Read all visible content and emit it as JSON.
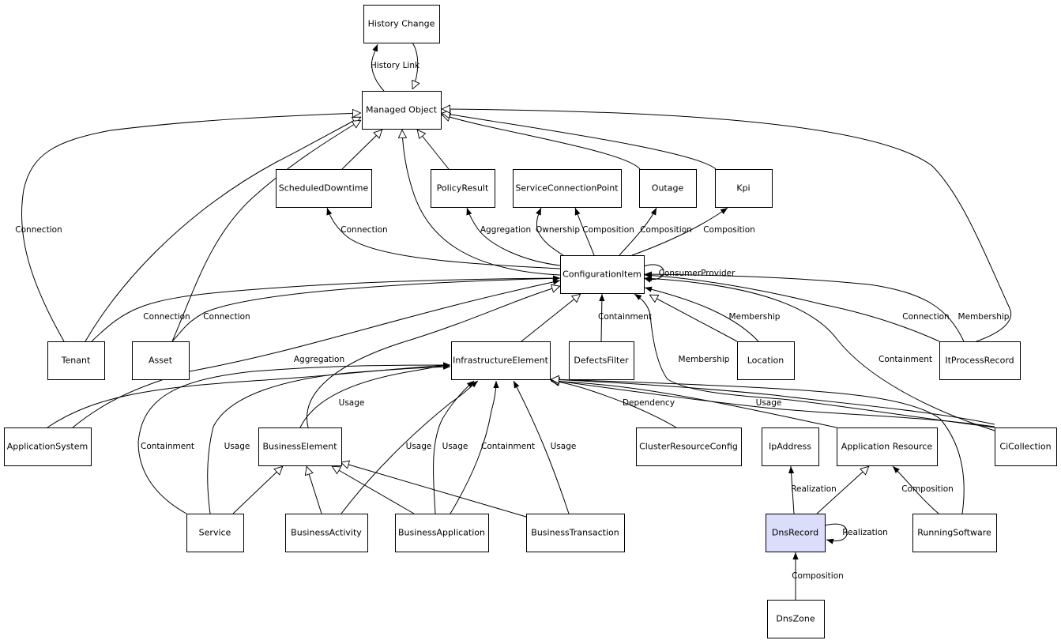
{
  "diagram": {
    "colors": {
      "line": "#000000",
      "node_fill": "#ffffff",
      "highlight_fill": "#dcdcfb"
    },
    "nodes": [
      {
        "id": "historyChange",
        "label": "History Change"
      },
      {
        "id": "managedObject",
        "label": "Managed Object"
      },
      {
        "id": "scheduledDowntime",
        "label": "ScheduledDowntime"
      },
      {
        "id": "policyResult",
        "label": "PolicyResult"
      },
      {
        "id": "serviceConnectionPoint",
        "label": "ServiceConnectionPoint"
      },
      {
        "id": "outage",
        "label": "Outage"
      },
      {
        "id": "kpi",
        "label": "Kpi"
      },
      {
        "id": "configurationItem",
        "label": "ConfigurationItem"
      },
      {
        "id": "tenant",
        "label": "Tenant"
      },
      {
        "id": "asset",
        "label": "Asset"
      },
      {
        "id": "infrastructureElement",
        "label": "InfrastructureElement"
      },
      {
        "id": "defectsFilter",
        "label": "DefectsFilter"
      },
      {
        "id": "location",
        "label": "Location"
      },
      {
        "id": "itProcessRecord",
        "label": "ItProcessRecord"
      },
      {
        "id": "applicationSystem",
        "label": "ApplicationSystem"
      },
      {
        "id": "businessElement",
        "label": "BusinessElement"
      },
      {
        "id": "clusterResourceConfig",
        "label": "ClusterResourceConfig"
      },
      {
        "id": "ipAddress",
        "label": "IpAddress"
      },
      {
        "id": "applicationResource",
        "label": "Application Resource"
      },
      {
        "id": "ciCollection",
        "label": "CiCollection"
      },
      {
        "id": "service",
        "label": "Service"
      },
      {
        "id": "businessActivity",
        "label": "BusinessActivity"
      },
      {
        "id": "businessApplication",
        "label": "BusinessApplication"
      },
      {
        "id": "businessTransaction",
        "label": "BusinessTransaction"
      },
      {
        "id": "dnsRecord",
        "label": "DnsRecord",
        "highlight": true
      },
      {
        "id": "runningSoftware",
        "label": "RunningSoftware"
      },
      {
        "id": "dnsZone",
        "label": "DnsZone"
      }
    ],
    "edges": [
      {
        "id": "mo-hc",
        "label": "History Link",
        "arrow": "filled"
      },
      {
        "id": "hc-mo",
        "label": "",
        "arrow": "hollow"
      },
      {
        "id": "sd-mo",
        "label": "",
        "arrow": "hollow"
      },
      {
        "id": "pr-mo",
        "label": "",
        "arrow": "hollow"
      },
      {
        "id": "ci-mo",
        "label": "",
        "arrow": "hollow"
      },
      {
        "id": "outage-mo",
        "label": "",
        "arrow": "hollow"
      },
      {
        "id": "kpi-mo",
        "label": "",
        "arrow": "hollow"
      },
      {
        "id": "tenant-mo-outer",
        "label": "Connection",
        "arrow": "hollow"
      },
      {
        "id": "tenant-mo",
        "label": "",
        "arrow": "hollow"
      },
      {
        "id": "asset-mo",
        "label": "",
        "arrow": "hollow"
      },
      {
        "id": "itpr-mo",
        "label": "",
        "arrow": "hollow"
      },
      {
        "id": "ci-sd",
        "label": "Connection",
        "arrow": "filled"
      },
      {
        "id": "ci-pr",
        "label": "Aggregation",
        "arrow": "filled"
      },
      {
        "id": "ci-scp-own",
        "label": "Ownership",
        "arrow": "filled"
      },
      {
        "id": "ci-scp-comp",
        "label": "Composition",
        "arrow": "filled"
      },
      {
        "id": "ci-outage",
        "label": "Composition",
        "arrow": "filled"
      },
      {
        "id": "ci-kpi",
        "label": "Composition",
        "arrow": "filled"
      },
      {
        "id": "ci-self",
        "label": "ConsumerProvider",
        "arrow": "filled"
      },
      {
        "id": "tenant-ci",
        "label": "Connection",
        "arrow": "filled"
      },
      {
        "id": "asset-ci",
        "label": "Connection",
        "arrow": "filled"
      },
      {
        "id": "appsys-ci",
        "label": "Aggregation",
        "arrow": "filled"
      },
      {
        "id": "be-ci",
        "label": "",
        "arrow": "hollow"
      },
      {
        "id": "ie-ci",
        "label": "",
        "arrow": "hollow"
      },
      {
        "id": "df-ci",
        "label": "Containment",
        "arrow": "filled"
      },
      {
        "id": "loc-ci",
        "label": "Membership",
        "arrow": "filled"
      },
      {
        "id": "loc-ci-2",
        "label": "",
        "arrow": "hollow"
      },
      {
        "id": "cicoll-ci-member",
        "label": "Membership",
        "arrow": "filled"
      },
      {
        "id": "cicoll-ci-contain",
        "label": "Containment",
        "arrow": "filled"
      },
      {
        "id": "itpr-ci-conn",
        "label": "Connection",
        "arrow": "filled"
      },
      {
        "id": "itpr-ci-member",
        "label": "Membership",
        "arrow": "filled"
      },
      {
        "id": "appsys-ie",
        "label": "",
        "arrow": "filled"
      },
      {
        "id": "be-ie",
        "label": "Usage",
        "arrow": "filled"
      },
      {
        "id": "service-ie-contain",
        "label": "Containment",
        "arrow": "filled"
      },
      {
        "id": "service-ie-usage",
        "label": "Usage",
        "arrow": "filled"
      },
      {
        "id": "ba-ie",
        "label": "Usage",
        "arrow": "filled"
      },
      {
        "id": "bapp-ie-usage",
        "label": "Usage",
        "arrow": "filled"
      },
      {
        "id": "bapp-ie-contain",
        "label": "Containment",
        "arrow": "filled"
      },
      {
        "id": "bt-ie",
        "label": "Usage",
        "arrow": "filled"
      },
      {
        "id": "crc-ie",
        "label": "Dependency",
        "arrow": "hollow"
      },
      {
        "id": "appres-ie",
        "label": "",
        "arrow": "hollow"
      },
      {
        "id": "cicoll-ie",
        "label": "Usage",
        "arrow": "hollow"
      },
      {
        "id": "cicoll-ie-2",
        "label": "",
        "arrow": "hollow"
      },
      {
        "id": "rs-ie",
        "label": "",
        "arrow": "hollow"
      },
      {
        "id": "service-be",
        "label": "",
        "arrow": "hollow"
      },
      {
        "id": "ba-be",
        "label": "",
        "arrow": "hollow"
      },
      {
        "id": "bapp-be",
        "label": "",
        "arrow": "hollow"
      },
      {
        "id": "bt-be",
        "label": "",
        "arrow": "hollow"
      },
      {
        "id": "dns-ip",
        "label": "Realization",
        "arrow": "filled"
      },
      {
        "id": "dns-appres",
        "label": "",
        "arrow": "hollow"
      },
      {
        "id": "dns-self",
        "label": "Realization",
        "arrow": "filled"
      },
      {
        "id": "rs-appres",
        "label": "Composition",
        "arrow": "filled"
      },
      {
        "id": "zone-dns",
        "label": "Composition",
        "arrow": "filled"
      }
    ]
  }
}
